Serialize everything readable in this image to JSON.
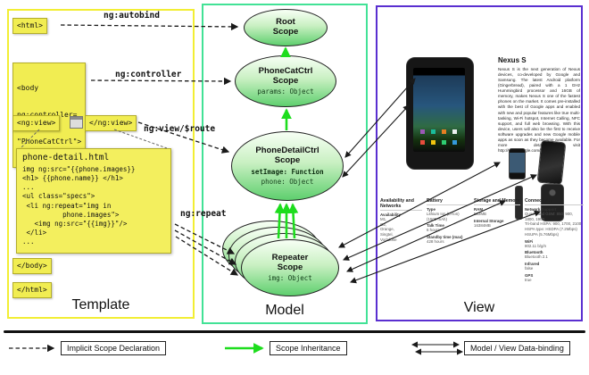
{
  "panels": {
    "template_label": "Template",
    "model_label": "Model",
    "view_label": "View"
  },
  "template": {
    "tags": {
      "html_open": "<html>",
      "body_open": [
        "<body",
        "ng:controller=",
        "\"PhoneCatCtrl\">"
      ],
      "ngview_open": "<ng:view>",
      "ngview_close": "</ng:view>",
      "body_close": "</body>",
      "html_close": "</html>"
    },
    "annotations": {
      "autobind": "ng:autobind",
      "controller": "ng:controller",
      "view_route": "ng:view/$route",
      "repeat": "ng:repeat"
    },
    "code": {
      "filename": "phone-detail.html",
      "lines": [
        "img ng:src=\"{{phone.images}}",
        "<h1> {{phone.name}} </h1>",
        "...",
        "<ul class=\"specs\">",
        " <li ng:repeat=\"img in",
        "          phone.images\">",
        "   <img ng:src=\"{{img}}\"/>",
        " </li>",
        "..."
      ]
    }
  },
  "model": {
    "root": {
      "title": "Root\nScope"
    },
    "phonecat": {
      "title": "PhoneCatCtrl\nScope",
      "prop": "params: Object"
    },
    "phonedetail": {
      "title": "PhoneDetailCtrl\nScope",
      "prop_bold": "setImage: Function",
      "prop": "phone: Object"
    },
    "repeater": {
      "title": "Repeater\nScope",
      "prop": "img: Object"
    }
  },
  "view": {
    "product_name": "Nexus S",
    "product_description": "Nexus S is the next generation of Nexus devices, co-developed by Google and Samsung. The latest Android platform (Gingerbread), paired with a 1 GHz Hummingbird processor and 16GB of memory, makes Nexus S one of the fastest phones on the market. It comes pre-installed with the best of Google apps and enabled with new and popular features like true multi-tasking, Wi-Fi hotspot, Internet Calling, NFC support, and full web browsing. With this device, users will also be the first to receive software upgrades and new Google mobile apps as soon as they become available. For more details, visit http://www.google.com/nexus.",
    "specs": [
      {
        "header": "Availability and Networks",
        "rows": [
          {
            "label": "Availability",
            "value": "M1,\nO2,\nOrange,\nSingtel,\nVodafone"
          }
        ]
      },
      {
        "header": "Battery",
        "rows": [
          {
            "label": "Type",
            "value": "Lithium Ion (Li-Ion) (1500 mAh)"
          },
          {
            "label": "Talk Time",
            "value": "6 hours"
          },
          {
            "label": "Standby time (max)",
            "value": "428 hours"
          }
        ]
      },
      {
        "header": "Storage and Memory",
        "rows": [
          {
            "label": "RAM",
            "value": "512MB"
          },
          {
            "label": "Internal Storage",
            "value": "16384MB"
          }
        ]
      },
      {
        "header": "Connectivity",
        "rows": [
          {
            "label": "Network Support",
            "value": "Quad-band GSM: 850, 900, 1800, 1900\nTri-band HSPA: 900, 1700, 2100\nHSPA type: HSDPA (7.2Mbps) HSUPA (5.76Mbps)"
          },
          {
            "label": "WiFi",
            "value": "802.11 b/g/n"
          },
          {
            "label": "Bluetooth",
            "value": "Bluetooth 2.1"
          },
          {
            "label": "Infrared",
            "value": "false"
          },
          {
            "label": "GPS",
            "value": "true"
          }
        ]
      }
    ]
  },
  "legend": {
    "implicit": "Implicit Scope Declaration",
    "inheritance": "Scope Inheritance",
    "databinding": "Model / View Data-binding"
  }
}
